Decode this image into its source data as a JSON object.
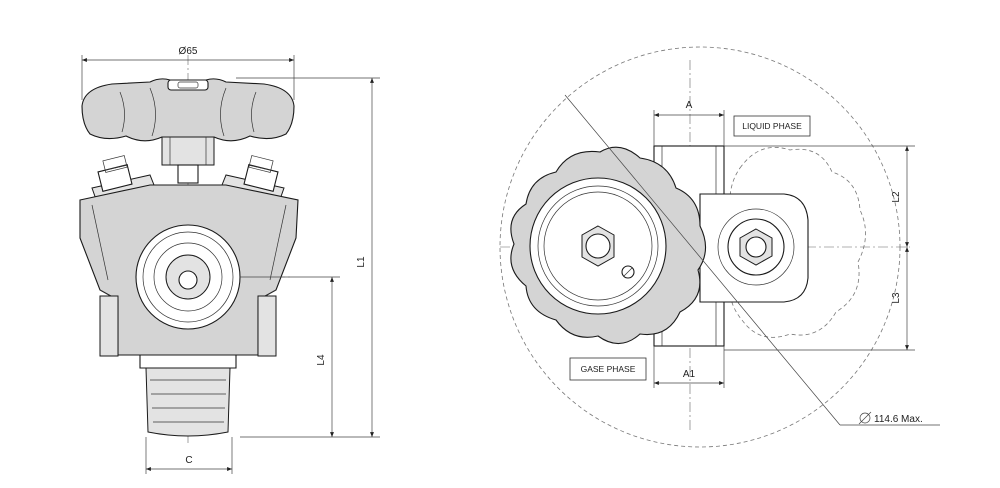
{
  "side_view": {
    "dim_top": "Ø65",
    "dim_L1": "L1",
    "dim_L4": "L4",
    "dim_C": "C"
  },
  "top_view": {
    "dim_A": "A",
    "dim_A1": "A1",
    "dim_L2": "L2",
    "dim_L3": "L3",
    "dim_diameter": "114.6 Max.",
    "label_liquid": "LIQUID PHASE",
    "label_gas": "GASE PHASE"
  }
}
